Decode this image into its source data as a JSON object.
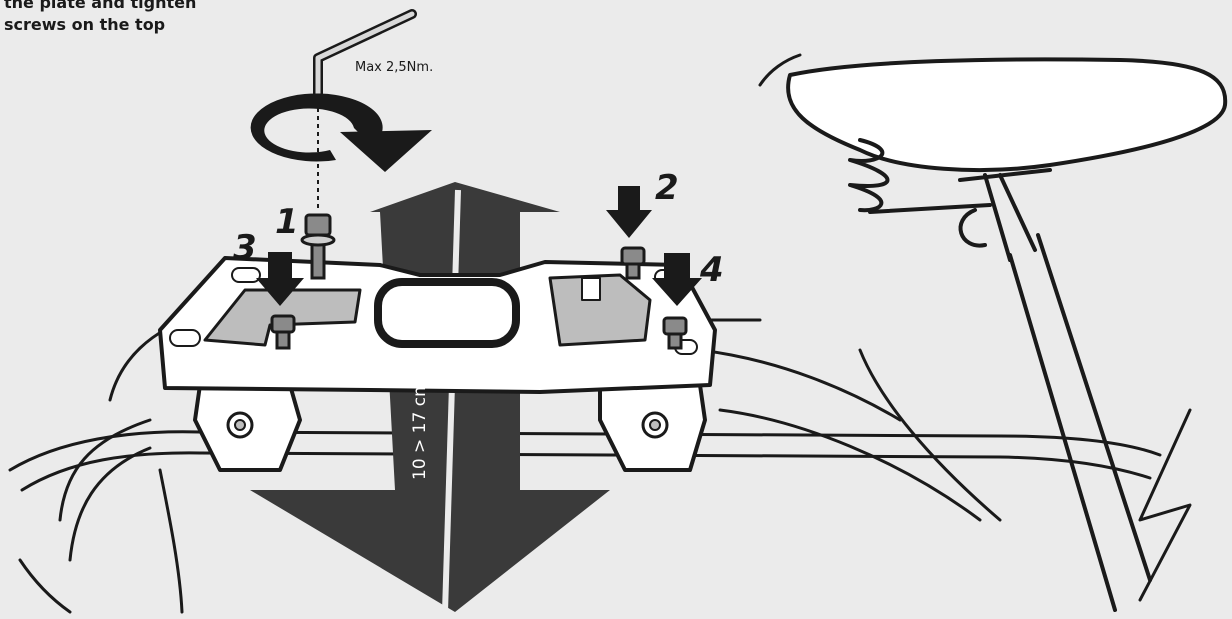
{
  "instruction": {
    "line1": "the plate and tighten",
    "line2": "screws on the top"
  },
  "torque_label": "Max 2,5Nm.",
  "range_label": "10 > 17 cm",
  "step_numbers": [
    "1",
    "2",
    "3",
    "4"
  ],
  "colors": {
    "background": "#ebebeb",
    "ink": "#1a1a1a",
    "arrow_fill": "#3a3a3a",
    "part_fill": "#ffffff",
    "shade": "#bdbdbd"
  },
  "icons": [
    "hex-key-icon",
    "rotation-arrow-icon",
    "down-arrow-icon",
    "saddle-icon"
  ]
}
